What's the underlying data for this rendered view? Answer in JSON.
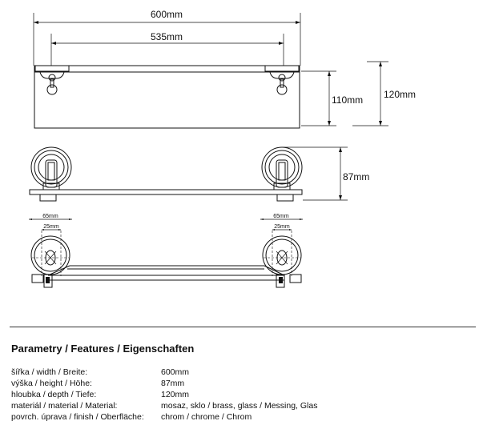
{
  "dimensions": {
    "total_width": "600mm",
    "mount_width": "535mm",
    "depth_110": "110mm",
    "depth_120": "120mm",
    "height": "87mm",
    "bracket_65_left": "65mm",
    "bracket_25_left": "25mm",
    "bracket_65_right": "65mm",
    "bracket_25_right": "25mm"
  },
  "features_title": "Parametry / Features / Eigenschaften",
  "parameters": [
    {
      "label": "šířka / width / Breite:",
      "value": "600mm"
    },
    {
      "label": "výška / height / Höhe:",
      "value": "87mm"
    },
    {
      "label": "hloubka / depth / Tiefe:",
      "value": "120mm"
    },
    {
      "label": "materiál / material / Material:",
      "value": "mosaz, sklo / brass, glass / Messing, Glas"
    },
    {
      "label": "povrch. úprava / finish / Oberfläche:",
      "value": "chrom / chrome / Chrom"
    }
  ]
}
